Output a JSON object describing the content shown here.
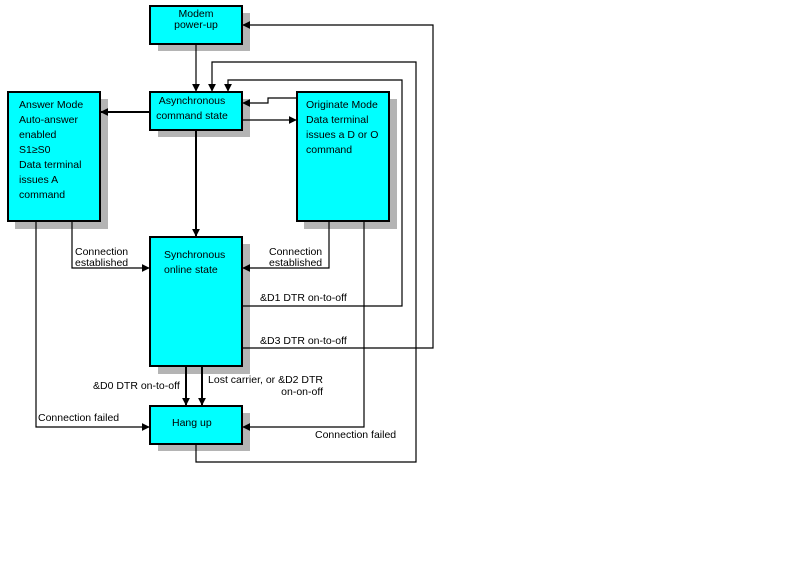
{
  "nodes": {
    "modem": {
      "lines": [
        "Modem",
        "power-up"
      ]
    },
    "async": {
      "lines": [
        "Asynchronous",
        "command state"
      ]
    },
    "answer": {
      "lines": [
        "Answer Mode",
        "Auto-answer",
        "enabled",
        "S1≥S0",
        "Data terminal",
        "issues A",
        "command"
      ]
    },
    "originate": {
      "lines": [
        "Originate Mode",
        "Data terminal",
        "issues a D or O",
        "command"
      ]
    },
    "sync": {
      "lines": [
        "Synchronous",
        "online state"
      ]
    },
    "hangup": {
      "lines": [
        "Hang up"
      ]
    }
  },
  "edges": {
    "answer_connection": [
      "Connection",
      "established"
    ],
    "originate_connection": [
      "Connection",
      "established"
    ],
    "d1": "&D1 DTR on-to-off",
    "d3": "&D3 DTR on-to-off",
    "d0": "&D0 DTR on-to-off",
    "lost": [
      "Lost carrier, or &D2 DTR",
      "on-on-off"
    ],
    "answer_failed": "Connection failed",
    "originate_failed": "Connection failed"
  },
  "colors": {
    "box_fill": "#00ffff",
    "shadow": "#b4b4b4",
    "line": "#000000"
  }
}
